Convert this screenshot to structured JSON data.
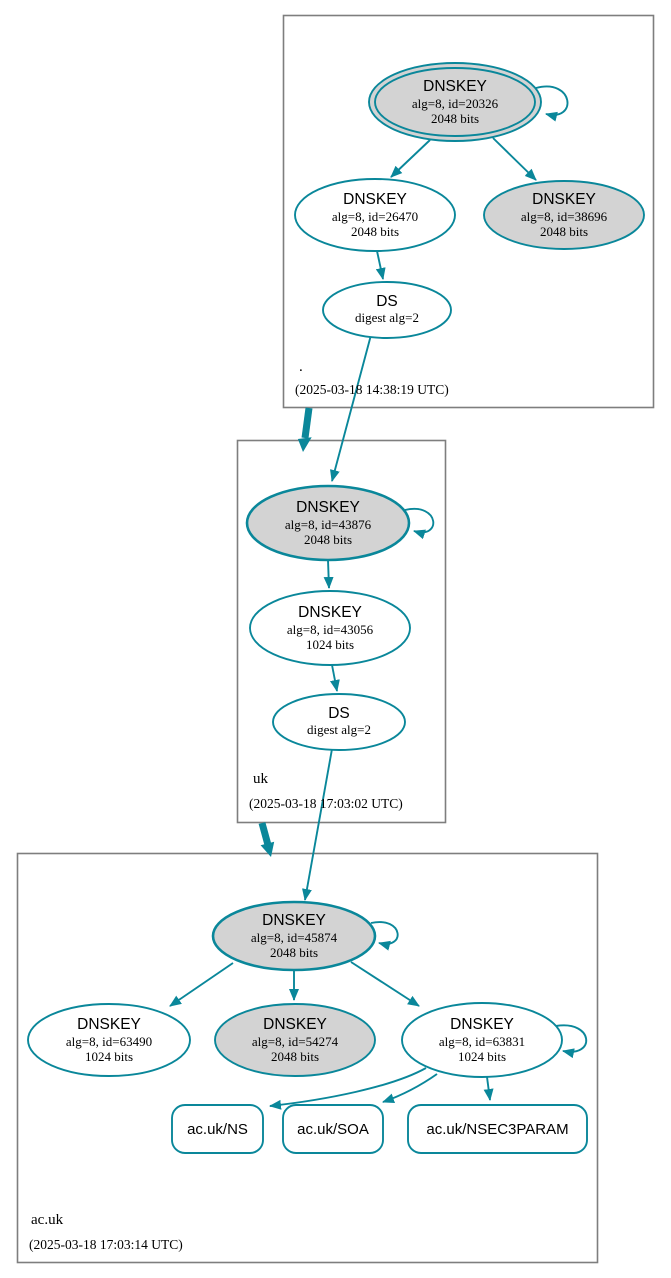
{
  "diagram": {
    "colors": {
      "secure_teal": "#0a879a",
      "key_fill_gray": "#d3d3d3",
      "node_fill_white": "#ffffff",
      "box_border_gray": "#7e7e7e",
      "text_black": "#000000"
    },
    "zones": {
      "root": {
        "name": ".",
        "timestamp": "(2025-03-18 14:38:19 UTC)"
      },
      "uk": {
        "name": "uk",
        "timestamp": "(2025-03-18 17:03:02 UTC)"
      },
      "acuk": {
        "name": "ac.uk",
        "timestamp": "(2025-03-18 17:03:14 UTC)"
      }
    },
    "nodes": {
      "root_ksk": {
        "type": "DNSKEY",
        "detail": "alg=8, id=20326",
        "bits": "2048 bits"
      },
      "root_zsk": {
        "type": "DNSKEY",
        "detail": "alg=8, id=26470",
        "bits": "2048 bits"
      },
      "root_key2": {
        "type": "DNSKEY",
        "detail": "alg=8, id=38696",
        "bits": "2048 bits"
      },
      "root_ds": {
        "type": "DS",
        "detail": "digest alg=2"
      },
      "uk_ksk": {
        "type": "DNSKEY",
        "detail": "alg=8, id=43876",
        "bits": "2048 bits"
      },
      "uk_zsk": {
        "type": "DNSKEY",
        "detail": "alg=8, id=43056",
        "bits": "1024 bits"
      },
      "uk_ds": {
        "type": "DS",
        "detail": "digest alg=2"
      },
      "acuk_ksk": {
        "type": "DNSKEY",
        "detail": "alg=8, id=45874",
        "bits": "2048 bits"
      },
      "acuk_key1": {
        "type": "DNSKEY",
        "detail": "alg=8, id=63490",
        "bits": "1024 bits"
      },
      "acuk_key2": {
        "type": "DNSKEY",
        "detail": "alg=8, id=54274",
        "bits": "2048 bits"
      },
      "acuk_zsk": {
        "type": "DNSKEY",
        "detail": "alg=8, id=63831",
        "bits": "1024 bits"
      }
    },
    "rrsets": {
      "ns": {
        "label": "ac.uk/NS"
      },
      "soa": {
        "label": "ac.uk/SOA"
      },
      "nsec3param": {
        "label": "ac.uk/NSEC3PARAM"
      }
    }
  }
}
